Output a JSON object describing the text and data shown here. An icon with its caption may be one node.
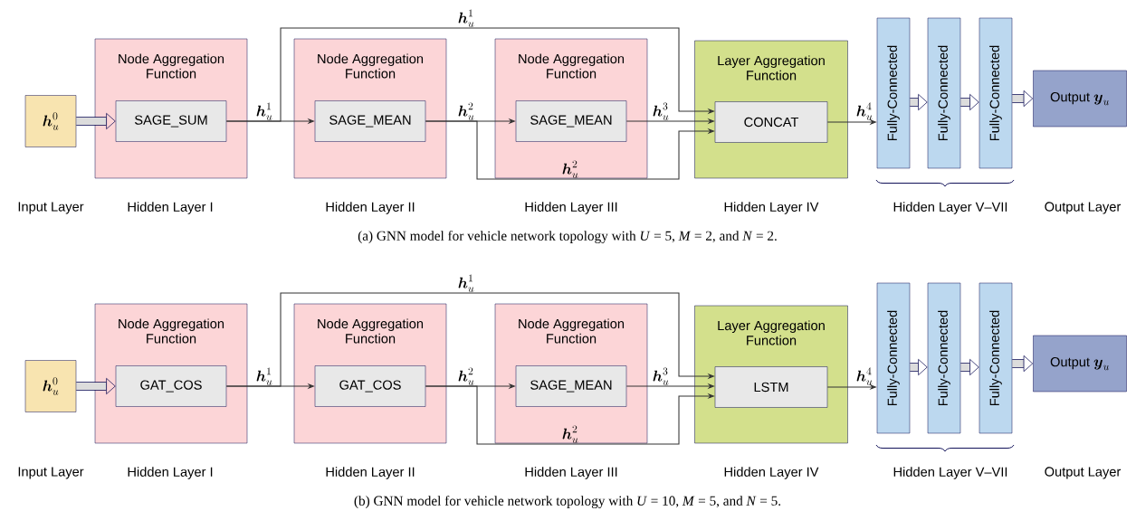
{
  "diagram": {
    "nodes": [
      {
        "text": [
          "\\boldsymbol{h}_u^0"
        ]
      },
      {
        "text": [
          "Node Aggregation Function"
        ]
      },
      {
        "text": [
          "SAGE_SUM"
        ],
        "in": 1
      },
      {
        "text": [
          "Node Aggregation Function"
        ]
      },
      {
        "text": [
          "SAGE_MEAN"
        ],
        "in": 3
      },
      {
        "text": [
          "Node Aggregation Function"
        ]
      },
      {
        "text": [
          "SAGE_MEAN"
        ],
        "in": 5
      },
      {
        "text": [
          "Layer Aggregation Function"
        ]
      },
      {
        "text": [
          "CONCAT"
        ],
        "in": 7
      },
      {
        "text": [
          "Fully-Connected"
        ]
      },
      {
        "text": [
          "Fully-Connected"
        ]
      },
      {
        "text": [
          "Fully-Connected"
        ]
      },
      {
        "text": [
          "Output",
          "\\boldsymbol{y}_u"
        ]
      },
      {
        "text": [
          "\\boldsymbol{h}_u^0"
        ]
      },
      {
        "text": [
          "Node Aggregation Function"
        ]
      },
      {
        "text": [
          "GAT_COS"
        ],
        "in": 14
      },
      {
        "text": [
          "Node Aggregation Function"
        ]
      },
      {
        "text": [
          "GAT_COS"
        ],
        "in": 16
      },
      {
        "text": [
          "Node Aggregation Function"
        ]
      },
      {
        "text": [
          "SAGE_MEAN"
        ],
        "in": 18
      },
      {
        "text": [
          "Layer Aggregation Function"
        ]
      },
      {
        "text": [
          "LSTM"
        ],
        "in": 20
      },
      {
        "text": [
          "Fully-Connected"
        ]
      },
      {
        "text": [
          "Fully-Connected"
        ]
      },
      {
        "text": [
          "Fully-Connected"
        ]
      },
      {
        "text": [
          "Output",
          "\\boldsymbol{y}_u"
        ]
      }
    ],
    "edges": [
      {
        "from": 0,
        "to": 2,
        "arrow": "to",
        "style": "thick"
      },
      {
        "from": 2,
        "to": 4,
        "arrow": "to",
        "label": "\\boldsymbol{h}_u^1"
      },
      {
        "from": 4,
        "to": 6,
        "arrow": "to",
        "label": "\\boldsymbol{h}_u^2"
      },
      {
        "from": 6,
        "to": 8,
        "arrow": "to",
        "label": "\\boldsymbol{h}_u^3"
      },
      {
        "from": 2,
        "to": 8,
        "arrow": "to",
        "label": "\\boldsymbol{h}_u^1"
      },
      {
        "from": 4,
        "to": 8,
        "arrow": "to",
        "label": "\\boldsymbol{h}_u^2"
      },
      {
        "from": 8,
        "to": 9,
        "arrow": "to",
        "label": "\\boldsymbol{h}_u^4"
      },
      {
        "from": 9,
        "to": 10,
        "arrow": "to",
        "style": "thick"
      },
      {
        "from": 10,
        "to": 11,
        "arrow": "to",
        "style": "thick"
      },
      {
        "from": 11,
        "to": 12,
        "arrow": "to",
        "style": "thick"
      },
      {
        "from": 13,
        "to": 15,
        "arrow": "to",
        "style": "thick"
      },
      {
        "from": 15,
        "to": 17,
        "arrow": "to",
        "label": "\\boldsymbol{h}_u^1"
      },
      {
        "from": 17,
        "to": 19,
        "arrow": "to",
        "label": "\\boldsymbol{h}_u^2"
      },
      {
        "from": 19,
        "to": 21,
        "arrow": "to",
        "label": "\\boldsymbol{h}_u^3"
      },
      {
        "from": 15,
        "to": 21,
        "arrow": "to",
        "label": "\\boldsymbol{h}_u^1"
      },
      {
        "from": 17,
        "to": 21,
        "arrow": "to",
        "label": "\\boldsymbol{h}_u^2"
      },
      {
        "from": 21,
        "to": 22,
        "arrow": "to",
        "label": "\\boldsymbol{h}_u^4"
      },
      {
        "from": 22,
        "to": 23,
        "arrow": "to",
        "style": "thick"
      },
      {
        "from": 23,
        "to": 24,
        "arrow": "to",
        "style": "thick"
      },
      {
        "from": 24,
        "to": 25,
        "arrow": "to",
        "style": "thick"
      }
    ],
    "labels": [
      "Input Layer",
      "Hidden Layer I",
      "Hidden Layer II",
      "Hidden Layer III",
      "Hidden Layer IV",
      "Hidden Layer V–VII",
      "Output Layer",
      "(a) GNN model for vehicle network topology with *U* = 5, *M* = 2, and *N* = 2.",
      "Input Layer",
      "Hidden Layer I",
      "Hidden Layer II",
      "Hidden Layer III",
      "Hidden Layer IV",
      "Hidden Layer V–VII",
      "Output Layer",
      "(b) GNN model for vehicle network topology with *U* = 10, *M* = 5, and *N* = 5."
    ]
  }
}
